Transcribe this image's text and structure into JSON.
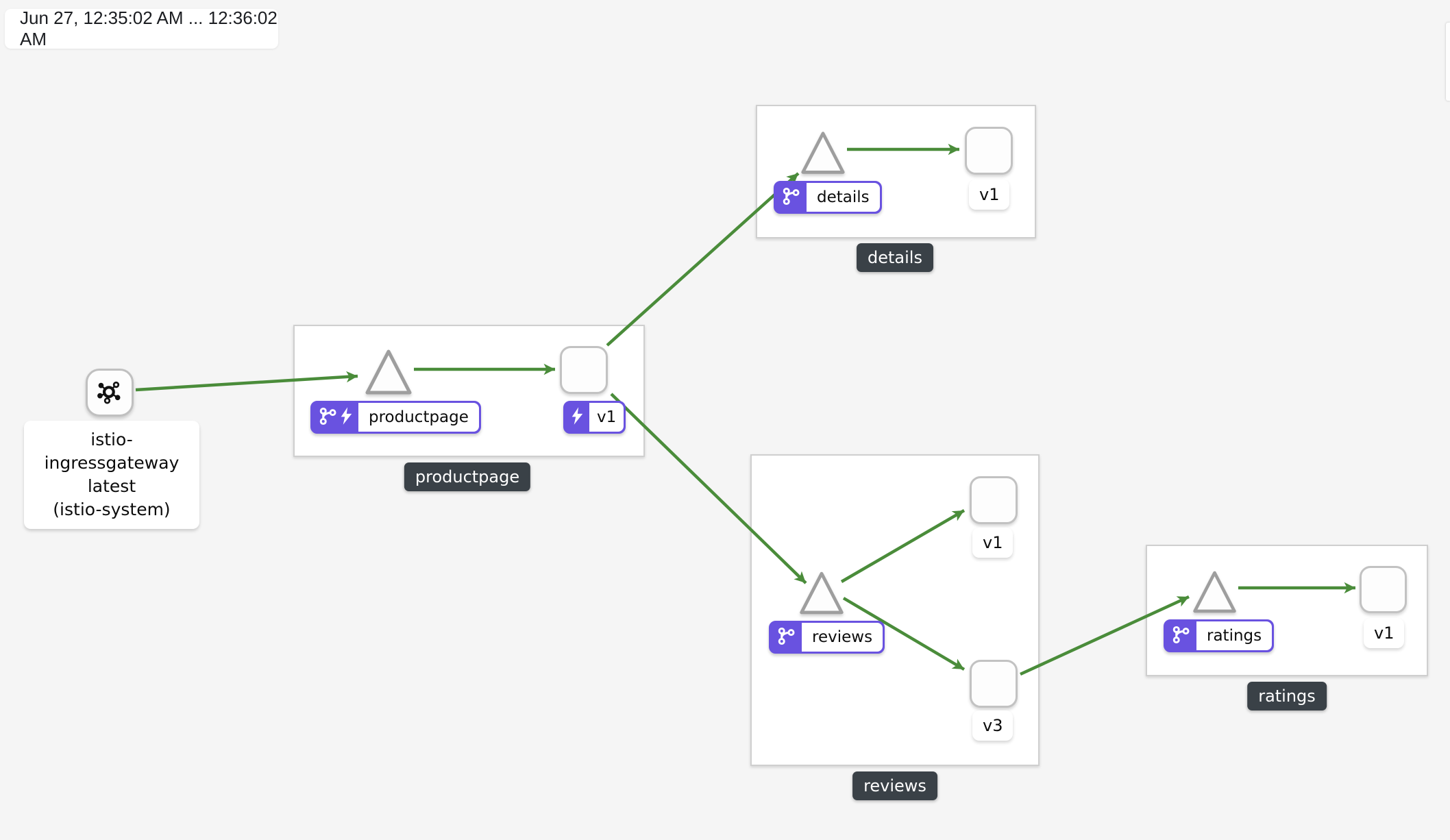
{
  "time_range": {
    "label": "Jun 27, 12:35:02 AM ... 12:36:02 AM"
  },
  "colors": {
    "edge_green": "#4a8c3a",
    "badge_purple": "#6952e0",
    "group_label_bg": "#3a4147",
    "canvas_bg": "#f5f5f5",
    "node_fill": "#fdfdfd"
  },
  "gateway_node": {
    "icon": "mesh-hub-icon",
    "name": "istio-ingressgateway",
    "version": "latest",
    "namespace": "(istio-system)"
  },
  "groups": {
    "productpage": {
      "box_label": "productpage",
      "service": {
        "badge_icons": [
          "virtual-service-icon",
          "traffic-bolt-icon"
        ],
        "name": "productpage"
      },
      "workloads": {
        "v1": {
          "name": "v1",
          "badge_icons": [
            "traffic-bolt-icon"
          ]
        }
      }
    },
    "details": {
      "box_label": "details",
      "service": {
        "badge_icons": [
          "virtual-service-icon"
        ],
        "name": "details"
      },
      "workloads": {
        "v1": {
          "name": "v1"
        }
      }
    },
    "reviews": {
      "box_label": "reviews",
      "service": {
        "badge_icons": [
          "virtual-service-icon"
        ],
        "name": "reviews"
      },
      "workloads": {
        "v1": {
          "name": "v1"
        },
        "v3": {
          "name": "v3"
        }
      }
    },
    "ratings": {
      "box_label": "ratings",
      "service": {
        "badge_icons": [
          "virtual-service-icon"
        ],
        "name": "ratings"
      },
      "workloads": {
        "v1": {
          "name": "v1"
        }
      }
    }
  },
  "edges": [
    {
      "from": "istio-ingressgateway",
      "to": "productpage-service"
    },
    {
      "from": "productpage-service",
      "to": "productpage-v1"
    },
    {
      "from": "productpage-v1",
      "to": "details-service"
    },
    {
      "from": "productpage-v1",
      "to": "reviews-service"
    },
    {
      "from": "details-service",
      "to": "details-v1"
    },
    {
      "from": "reviews-service",
      "to": "reviews-v1"
    },
    {
      "from": "reviews-service",
      "to": "reviews-v3"
    },
    {
      "from": "reviews-v3",
      "to": "ratings-service"
    },
    {
      "from": "ratings-service",
      "to": "ratings-v1"
    }
  ]
}
